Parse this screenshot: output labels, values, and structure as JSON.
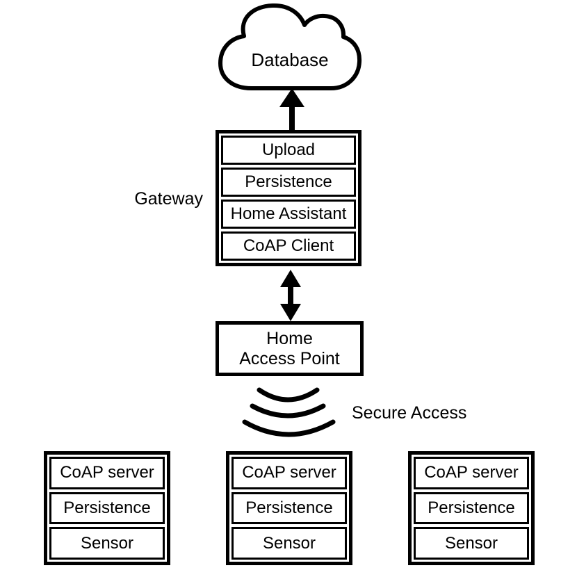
{
  "diagram": {
    "cloud": {
      "label": "Database"
    },
    "gateway": {
      "label": "Gateway",
      "layers": [
        "Upload",
        "Persistence",
        "Home Assistant",
        "CoAP Client"
      ]
    },
    "access_point": {
      "line1": "Home",
      "line2": "Access Point"
    },
    "wireless": {
      "label": "Secure Access"
    },
    "sensor_nodes": [
      {
        "layers": [
          "CoAP server",
          "Persistence",
          "Sensor"
        ]
      },
      {
        "layers": [
          "CoAP server",
          "Persistence",
          "Sensor"
        ]
      },
      {
        "layers": [
          "CoAP server",
          "Persistence",
          "Sensor"
        ]
      }
    ],
    "colors": {
      "stroke": "#000000",
      "background": "#ffffff"
    }
  }
}
